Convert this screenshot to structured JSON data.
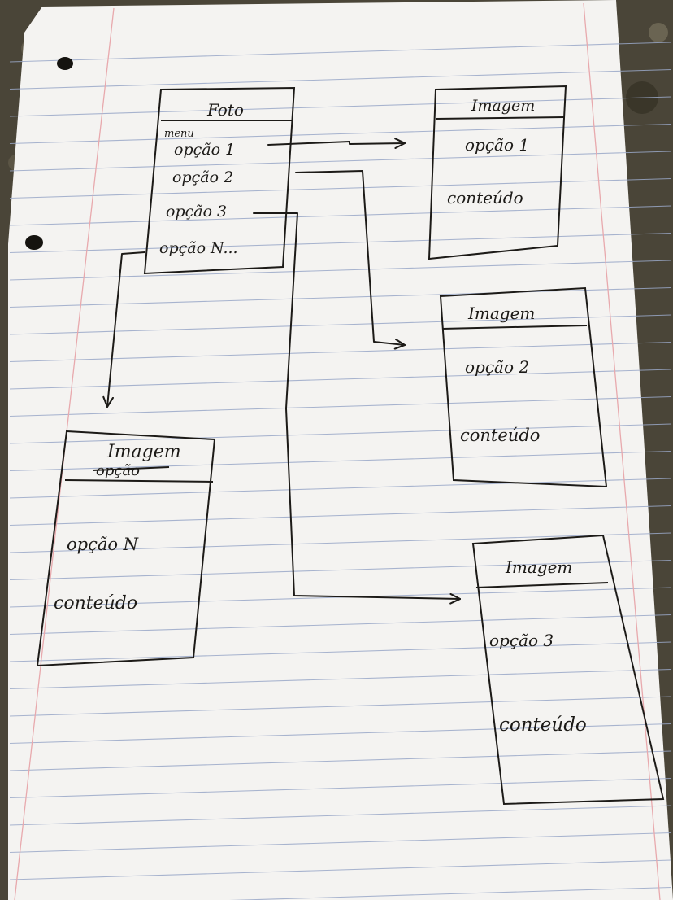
{
  "colors": {
    "paper": "#f4f3f1",
    "ruling": "#9aa8c8",
    "margin": "#e8a9ad",
    "ink": "#1c1a17",
    "background": "#4a4538"
  },
  "main_box": {
    "title": "Foto",
    "menu_label": "menu",
    "options": [
      "opção 1",
      "opção 2",
      "opção 3",
      "opção N..."
    ]
  },
  "target_boxes": [
    {
      "id": "opt1",
      "title": "Imagem",
      "option": "opção 1",
      "content": "conteúdo"
    },
    {
      "id": "opt2",
      "title": "Imagem",
      "option": "opção 2",
      "content": "conteúdo"
    },
    {
      "id": "opt3",
      "title": "Imagem",
      "option": "opção 3",
      "content": "conteúdo"
    },
    {
      "id": "optN",
      "title": "Imagem",
      "struck": "opção",
      "option": "opção N",
      "content": "conteúdo"
    }
  ]
}
